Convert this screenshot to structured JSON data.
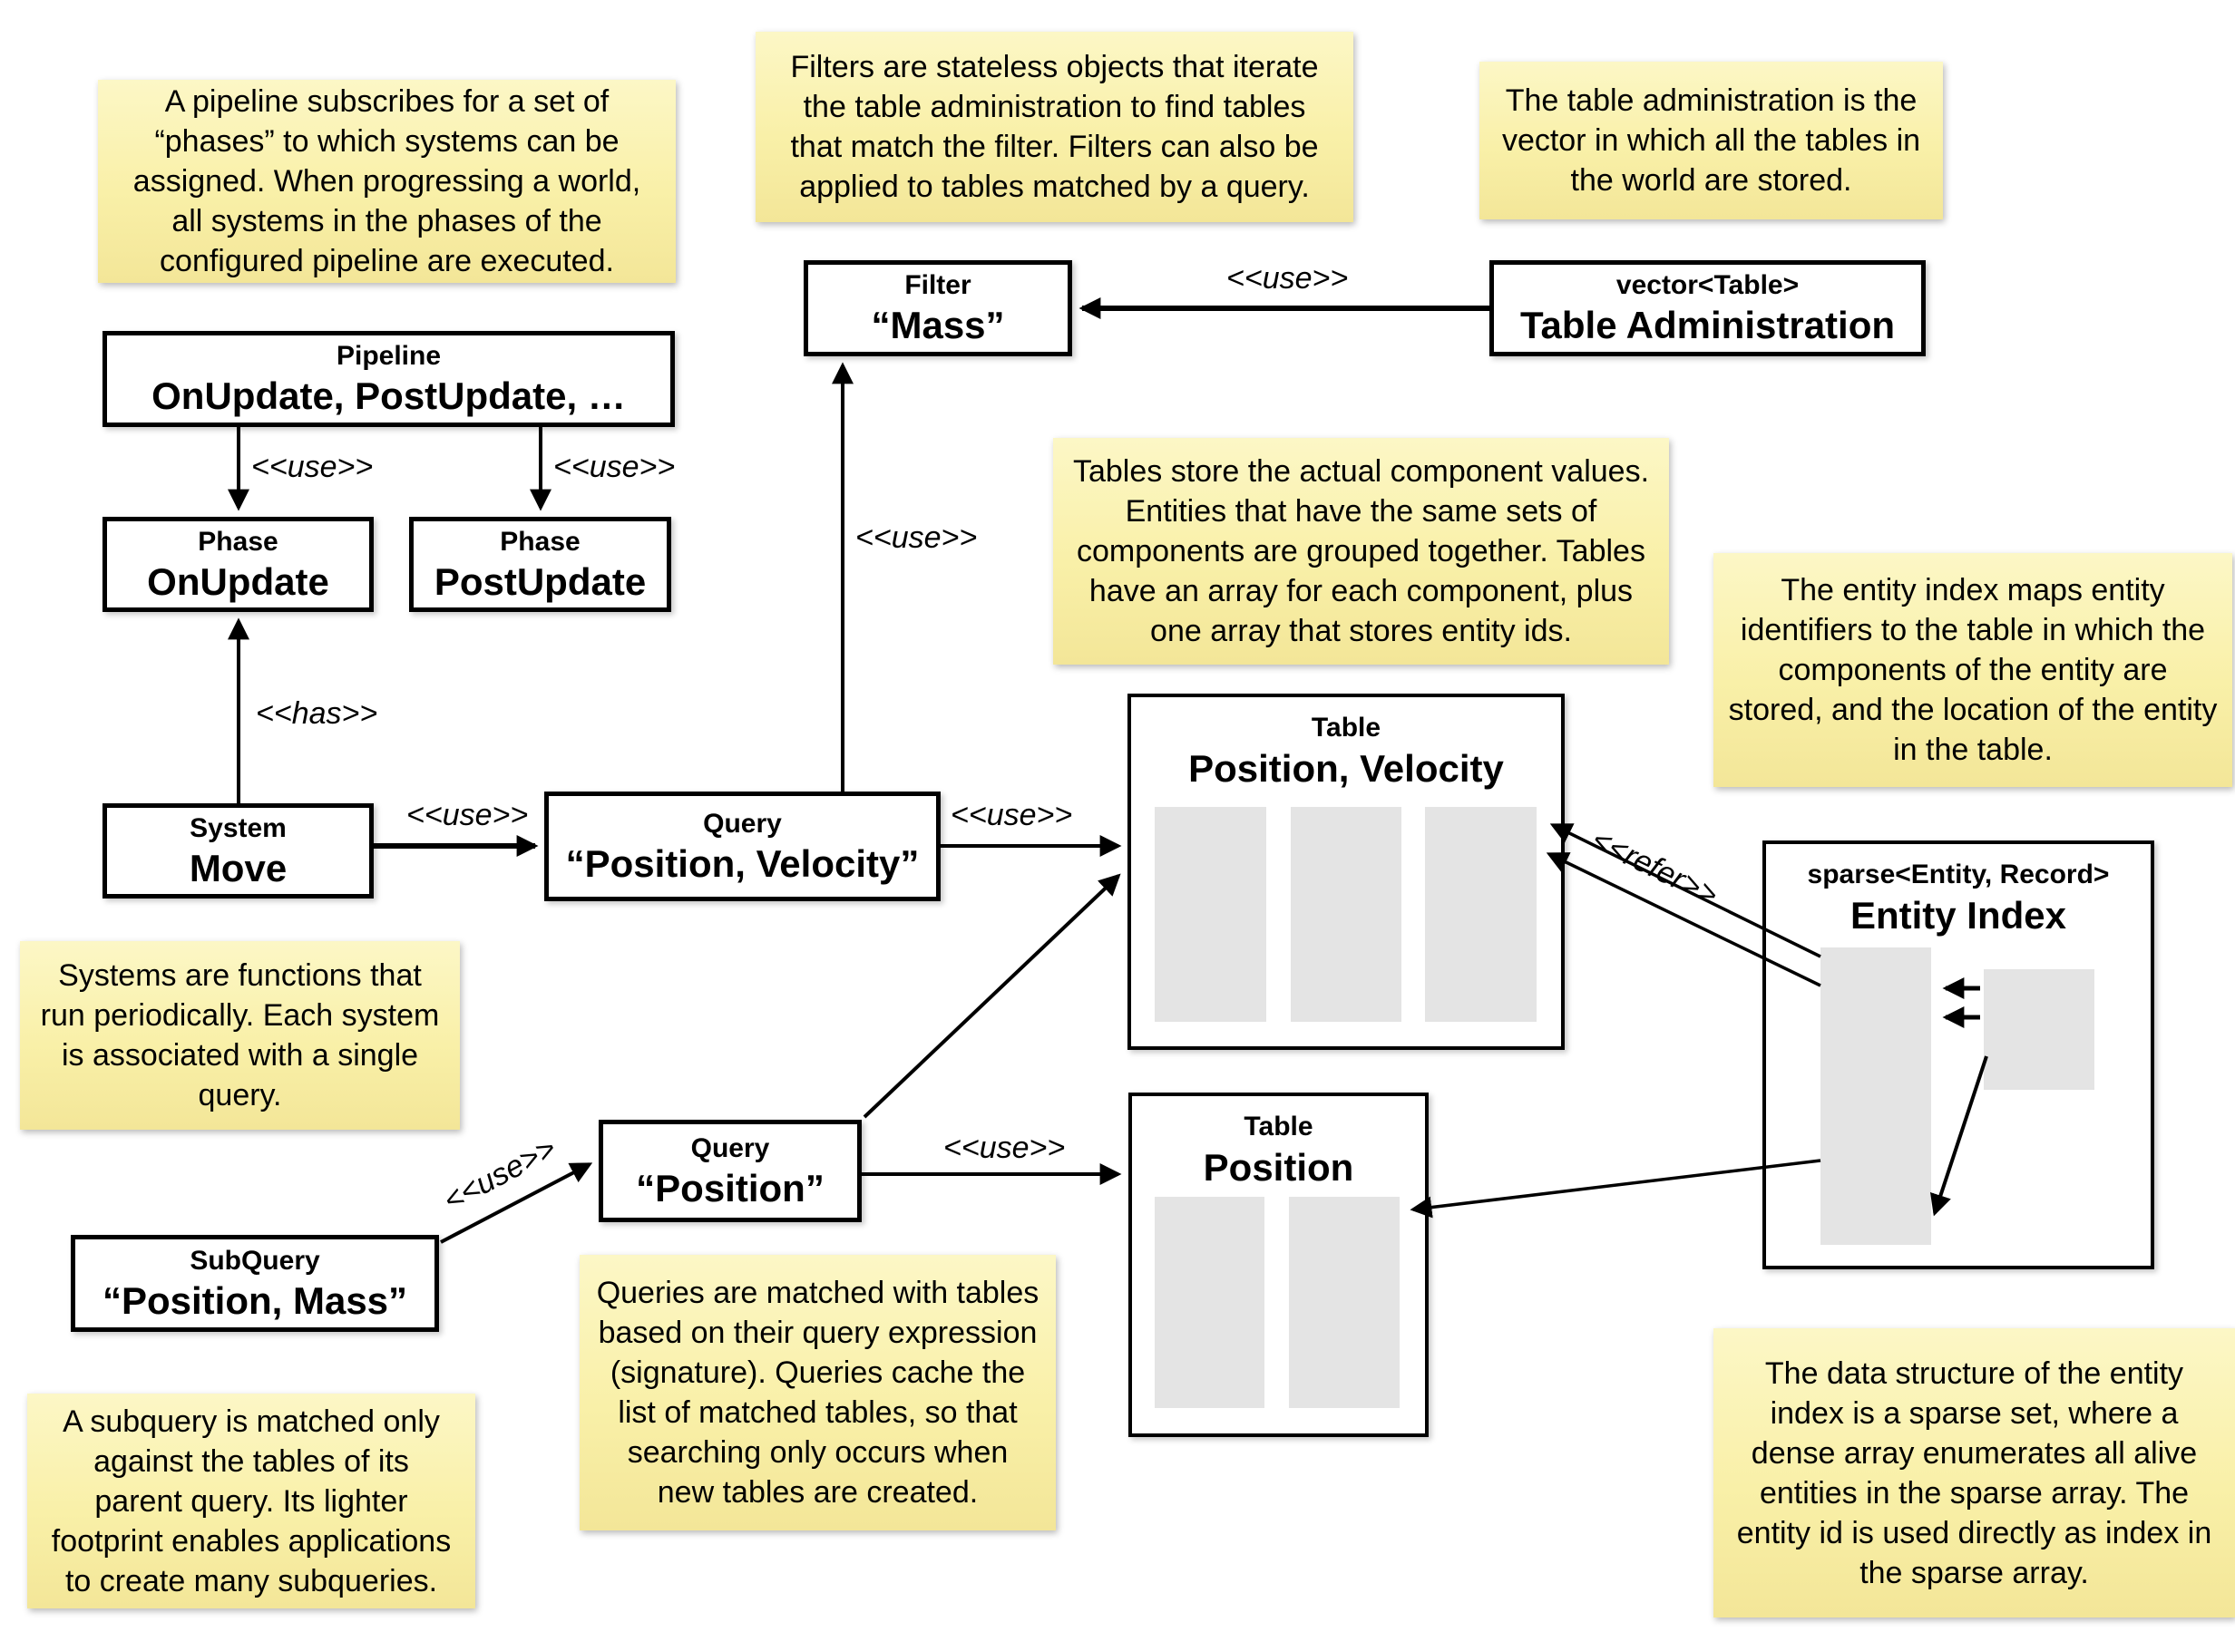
{
  "notes": {
    "pipeline": "A pipeline subscribes for a set of\n“phases” to which systems can be\nassigned. When progressing a world,\nall systems in the phases of the\nconfigured pipeline are executed.",
    "filters": "Filters are stateless objects that iterate\nthe table administration to find tables\nthat match the filter. Filters can also be\napplied to tables matched by a query.",
    "table_admin": "The table administration is the\nvector in which all the tables in\nthe world are stored.",
    "tables": "Tables store the actual component values.\nEntities that have the same sets of\ncomponents are grouped together. Tables\nhave an array for each component, plus\none array that stores entity ids.",
    "entity_index": "The entity index maps entity\nidentifiers to the table in which the\ncomponents of the entity are\nstored, and the location of the entity\nin the table.",
    "systems": "Systems are functions that\nrun periodically. Each system\nis associated with a single\nquery.",
    "queries": "Queries are matched with tables\nbased on their query expression\n(signature). Queries cache the\nlist of matched tables, so that\nsearching only occurs when\nnew tables are created.",
    "subquery": "A subquery is matched only\nagainst the tables of its\nparent query. Its lighter\nfootprint enables applications\nto create many subqueries.",
    "sparse_set": "The data structure of the entity\nindex is a sparse set, where a\ndense array enumerates all alive\nentities in the sparse array. The\nentity id is used directly as index in\nthe sparse array."
  },
  "boxes": {
    "pipeline": {
      "type": "Pipeline",
      "name": "OnUpdate, PostUpdate, …"
    },
    "phase_onupdate": {
      "type": "Phase",
      "name": "OnUpdate"
    },
    "phase_postupdate": {
      "type": "Phase",
      "name": "PostUpdate"
    },
    "filter": {
      "type": "Filter",
      "name": "“Mass”"
    },
    "table_admin": {
      "type": "vector<Table>",
      "name": "Table Administration"
    },
    "system": {
      "type": "System",
      "name": "Move"
    },
    "query_pv": {
      "type": "Query",
      "name": "“Position, Velocity”"
    },
    "table_pv": {
      "type": "Table",
      "name": "Position, Velocity"
    },
    "entity_index": {
      "type": "sparse<Entity, Record>",
      "name": "Entity Index"
    },
    "query_p": {
      "type": "Query",
      "name": "“Position”"
    },
    "table_p": {
      "type": "Table",
      "name": "Position"
    },
    "subquery": {
      "type": "SubQuery",
      "name": "“Position, Mass”"
    }
  },
  "edge_labels": {
    "use": "<<use>>",
    "has": "<<has>>",
    "refer": "<<refer>>"
  },
  "colors": {
    "note_bg": "#f9f0a8",
    "box_border": "#000000",
    "box_bg": "#ffffff",
    "array_fill": "#e4e4e4"
  }
}
